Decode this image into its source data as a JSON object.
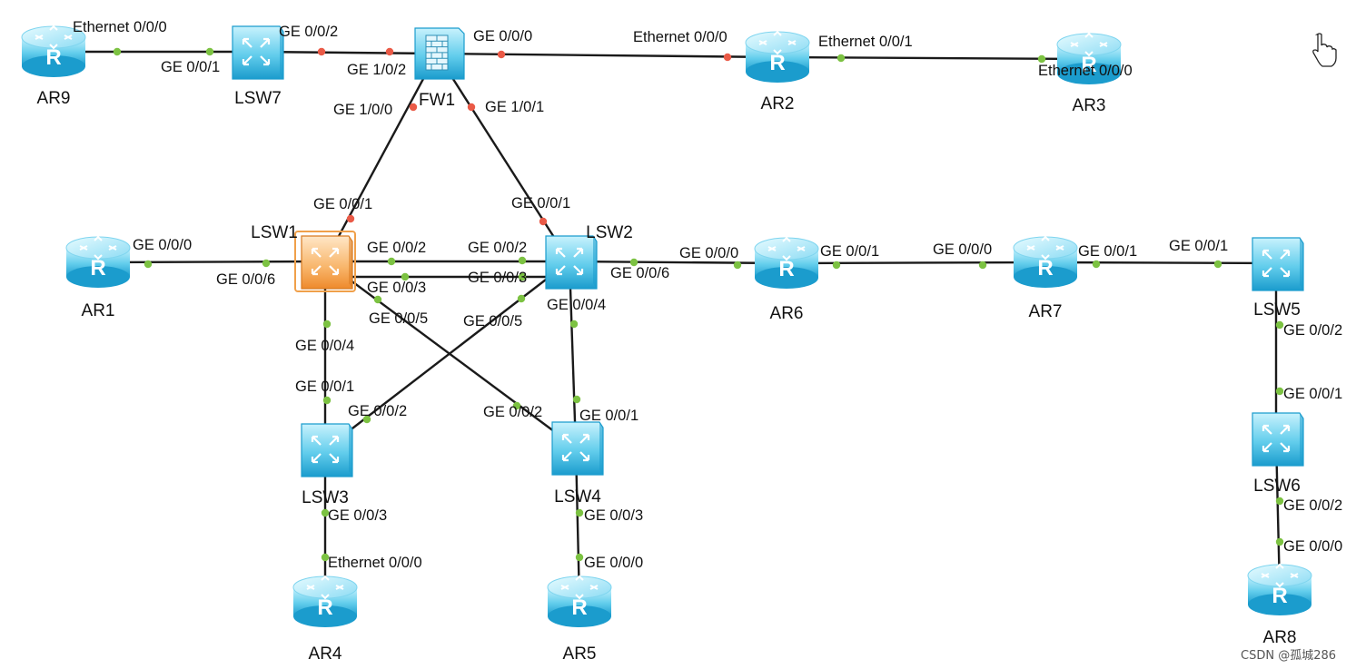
{
  "devices": [
    {
      "id": "AR9",
      "type": "router",
      "label": "AR9"
    },
    {
      "id": "LSW7",
      "type": "switch",
      "label": "LSW7"
    },
    {
      "id": "FW1",
      "type": "firewall",
      "label": "FW1"
    },
    {
      "id": "AR2",
      "type": "router",
      "label": "AR2"
    },
    {
      "id": "AR3",
      "type": "router",
      "label": "AR3"
    },
    {
      "id": "AR1",
      "type": "router",
      "label": "AR1"
    },
    {
      "id": "LSW1",
      "type": "switch-selected",
      "label": "LSW1"
    },
    {
      "id": "LSW2",
      "type": "switch",
      "label": "LSW2"
    },
    {
      "id": "AR6",
      "type": "router",
      "label": "AR6"
    },
    {
      "id": "AR7",
      "type": "router",
      "label": "AR7"
    },
    {
      "id": "LSW5",
      "type": "switch",
      "label": "LSW5"
    },
    {
      "id": "LSW3",
      "type": "switch",
      "label": "LSW3"
    },
    {
      "id": "LSW4",
      "type": "switch",
      "label": "LSW4"
    },
    {
      "id": "LSW6",
      "type": "switch",
      "label": "LSW6"
    },
    {
      "id": "AR4",
      "type": "router",
      "label": "AR4"
    },
    {
      "id": "AR5",
      "type": "router",
      "label": "AR5"
    },
    {
      "id": "AR8",
      "type": "router",
      "label": "AR8"
    }
  ],
  "links": [
    {
      "a": "AR9",
      "a_port": "Ethernet 0/0/0",
      "b": "LSW7",
      "b_port": "GE 0/0/1",
      "status": "up"
    },
    {
      "a": "LSW7",
      "a_port": "GE 0/0/2",
      "b": "FW1",
      "b_port": "GE 1/0/2",
      "status": "down"
    },
    {
      "a": "FW1",
      "a_port": "GE 0/0/0",
      "b": "AR2",
      "b_port": "Ethernet 0/0/0",
      "status": "down"
    },
    {
      "a": "AR2",
      "a_port": "Ethernet 0/0/1",
      "b": "AR3",
      "b_port": "Ethernet 0/0/0",
      "status": "up"
    },
    {
      "a": "FW1",
      "a_port": "GE 1/0/0",
      "b": "LSW1",
      "b_port": "GE 0/0/1",
      "status": "down"
    },
    {
      "a": "FW1",
      "a_port": "GE 1/0/1",
      "b": "LSW2",
      "b_port": "GE 0/0/1",
      "status": "down"
    },
    {
      "a": "AR1",
      "a_port": "GE 0/0/0",
      "b": "LSW1",
      "b_port": "GE 0/0/6",
      "status": "up"
    },
    {
      "a": "LSW1",
      "a_port": "GE 0/0/2",
      "b": "LSW2",
      "b_port": "GE 0/0/2",
      "status": "up"
    },
    {
      "a": "LSW1",
      "a_port": "GE 0/0/3",
      "b": "LSW2",
      "b_port": "GE 0/0/3",
      "status": "up"
    },
    {
      "a": "LSW2",
      "a_port": "GE 0/0/6",
      "b": "AR6",
      "b_port": "GE 0/0/0",
      "status": "up"
    },
    {
      "a": "AR6",
      "a_port": "GE 0/0/1",
      "b": "AR7",
      "b_port": "GE 0/0/0",
      "status": "up"
    },
    {
      "a": "AR7",
      "a_port": "GE 0/0/1",
      "b": "LSW5",
      "b_port": "GE 0/0/1",
      "status": "up"
    },
    {
      "a": "LSW1",
      "a_port": "GE 0/0/4",
      "b": "LSW3",
      "b_port": "GE 0/0/1",
      "status": "up"
    },
    {
      "a": "LSW1",
      "a_port": "GE 0/0/5",
      "b": "LSW4",
      "b_port": "GE 0/0/2",
      "status": "up"
    },
    {
      "a": "LSW2",
      "a_port": "GE 0/0/5",
      "b": "LSW3",
      "b_port": "GE 0/0/2",
      "status": "up"
    },
    {
      "a": "LSW2",
      "a_port": "GE 0/0/4",
      "b": "LSW4",
      "b_port": "GE 0/0/1",
      "status": "up"
    },
    {
      "a": "LSW3",
      "a_port": "GE 0/0/3",
      "b": "AR4",
      "b_port": "Ethernet 0/0/0",
      "status": "up"
    },
    {
      "a": "LSW4",
      "a_port": "GE 0/0/3",
      "b": "AR5",
      "b_port": "GE 0/0/0",
      "status": "up"
    },
    {
      "a": "LSW5",
      "a_port": "GE 0/0/2",
      "b": "LSW6",
      "b_port": "GE 0/0/1",
      "status": "up"
    },
    {
      "a": "LSW6",
      "a_port": "GE 0/0/2",
      "b": "AR8",
      "b_port": "GE 0/0/0",
      "status": "up"
    }
  ],
  "watermark": "CSDN @孤城286",
  "colors": {
    "link": "#1a1a1a",
    "port_up": "#7cc242",
    "port_down": "#ea5a47",
    "device_light": "#bfeefb",
    "device_mid": "#5cc9ea",
    "device_dark": "#1aa0d2",
    "selected_light": "#ffe0b8",
    "selected_dark": "#f59a3c"
  },
  "cursor_icon": "hand-pointer-icon"
}
